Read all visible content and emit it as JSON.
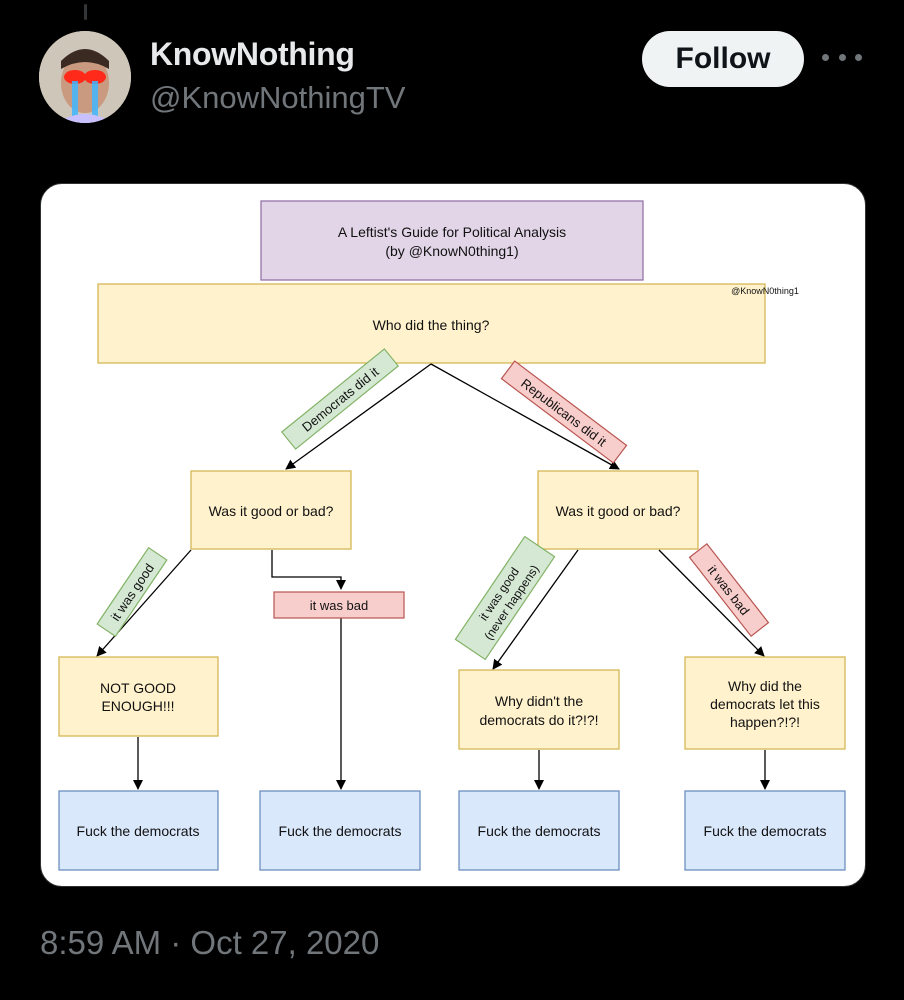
{
  "tweet": {
    "display_name": "KnowNothing",
    "handle": "@KnowNothingTV",
    "follow_label": "Follow",
    "timestamp": "8:59 AM · Oct 27, 2020"
  },
  "flowchart": {
    "title_line1": "A Leftist's Guide for Political Analysis",
    "title_line2": "(by @KnowN0thing1)",
    "watermark": "@KnowN0thing1",
    "question": "Who did the thing?",
    "label_dem": "Democrats did it",
    "label_rep": "Republicans did it",
    "q_left": "Was it good or bad?",
    "q_right": "Was it good or bad?",
    "label_good_left": "it was good",
    "label_bad_left": "it was bad",
    "label_good_right_1": "it was good",
    "label_good_right_2": "(never happens)",
    "label_bad_right": "it was bad",
    "box1_line1": "NOT GOOD",
    "box1_line2": "ENOUGH!!!",
    "box3_line1": "Why didn't the",
    "box3_line2": "democrats do it?!?!",
    "box4_line1": "Why did the",
    "box4_line2": "democrats let this",
    "box4_line3": "happen?!?!",
    "final1": "Fuck the democrats",
    "final2": "Fuck the democrats",
    "final3": "Fuck the democrats",
    "final4": "Fuck the democrats"
  },
  "colors": {
    "purple_box": "#e1d5e7",
    "yellow_box": "#fff2cc",
    "green_label": "#d5e8d4",
    "red_label": "#f8cecc",
    "blue_box": "#dae8fc"
  }
}
